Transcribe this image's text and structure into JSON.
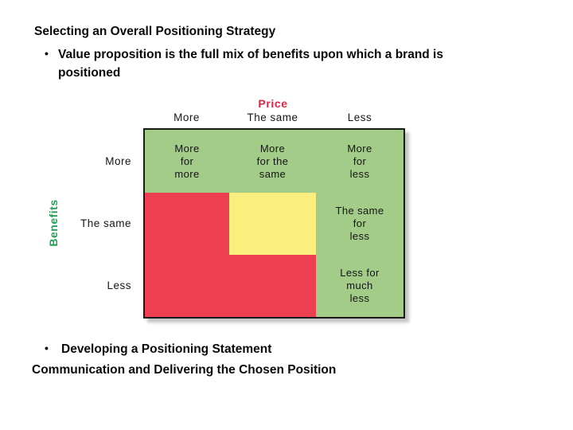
{
  "slide": {
    "title": "Selecting an Overall Positioning Strategy",
    "bullet_char": "•",
    "bullet_top": "Value proposition is the full mix of benefits upon which a brand is\npositioned",
    "bullet_bottom": "Developing a Positioning Statement",
    "footer_line": "Communication and Delivering the Chosen Position"
  },
  "figure": {
    "price_label": "Price",
    "benefits_label": "Benefits",
    "col_headers": [
      "More",
      "The same",
      "Less"
    ],
    "row_headers": [
      "More",
      "The same",
      "Less"
    ],
    "cells": {
      "r1c1": "More\nfor\nmore",
      "r1c2": "More\nfor the\nsame",
      "r1c3": "More\nfor\nless",
      "r2c3": "The same\nfor\nless",
      "r3c3": "Less for\nmuch\nless"
    },
    "colors": {
      "green": "#a3cc89",
      "red": "#ee3e52",
      "yellow": "#f9ee7e",
      "price": "#e02547",
      "benefits": "#21a356"
    }
  },
  "chart_data": {
    "type": "table",
    "title": "Price",
    "column_axis_label": "Price",
    "row_axis_label": "Benefits",
    "columns": [
      "More",
      "The same",
      "Less"
    ],
    "rows": [
      "More",
      "The same",
      "Less"
    ],
    "cells": [
      [
        "More for more",
        "More for the same",
        "More for less"
      ],
      [
        "",
        "",
        "The same for less"
      ],
      [
        "",
        "",
        "Less for much less"
      ]
    ],
    "cell_colors": [
      [
        "green",
        "green",
        "green"
      ],
      [
        "red",
        "yellow",
        "green"
      ],
      [
        "red",
        "red",
        "green"
      ]
    ],
    "palette": {
      "green": "#a3cc89",
      "red": "#ee3e52",
      "yellow": "#f9ee7e"
    }
  }
}
